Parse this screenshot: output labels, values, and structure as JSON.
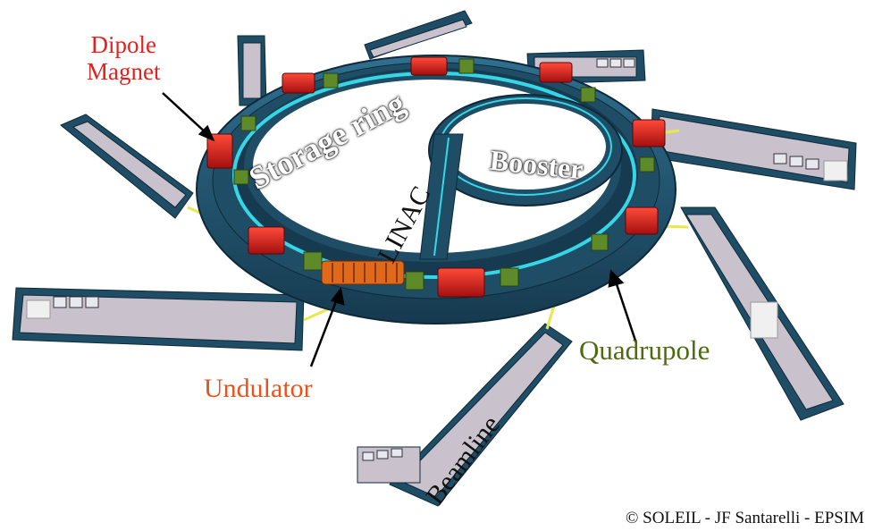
{
  "labels": {
    "dipole_line1": "Dipole",
    "dipole_line2": "Magnet",
    "storage_ring": "Storage ring",
    "booster": "Booster",
    "linac": "LINAC",
    "undulator": "Undulator",
    "quadrupole": "Quadrupole",
    "beamline": "Beamline"
  },
  "credit": "© SOLEIL - JF Santarelli - EPSIM",
  "colors": {
    "wall": "#1f4d66",
    "wall_top": "#2f6f8f",
    "beam": "#35d6e6",
    "dipole": "#d81b1b",
    "quadrupole": "#5e8a2a",
    "undulator": "#e06a1a",
    "floor": "#c9c2cc",
    "synchrotron_light": "#e8e84a",
    "dipole_label": "#e8201d",
    "undulator_label": "#e8531d",
    "quadrupole_label": "#4e6b12"
  }
}
